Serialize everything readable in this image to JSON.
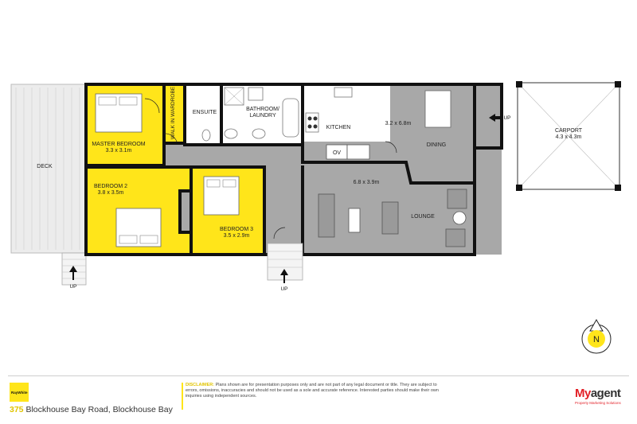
{
  "rooms": {
    "master_bedroom": {
      "name": "MASTER BEDROOM",
      "dims": "3.3 x 3.1m"
    },
    "walk_in_wardrobe": "WALK IN WARDROBE",
    "ensuite": "ENSUITE",
    "bathroom_line1": "BATHROOM/",
    "bathroom_line2": "LAUNDRY",
    "kitchen": "KITCHEN",
    "kitchen_dims": "3.2 x 6.8m",
    "dining": "DINING",
    "oven": "OV",
    "lounge": "LOUNGE",
    "lounge_dims": "6.8 x 3.9m",
    "bedroom2": {
      "name": "BEDROOM 2",
      "dims": "3.8 x 3.5m"
    },
    "bedroom3": {
      "name": "BEDROOM 3",
      "dims": "3.5 x 2.9m"
    },
    "carport": {
      "name": "CARPORT",
      "dims": "4.3 x 4.3m"
    },
    "deck": "DECK"
  },
  "stairs": {
    "up": "UP"
  },
  "compass": {
    "north": "N"
  },
  "colors": {
    "bedroom": "#ffe51a",
    "interior": "#a8a8a8",
    "wall": "#111111",
    "deck": "#ececec"
  },
  "footer": {
    "brand": "RayWhite",
    "address_number": "375",
    "address_rest": " Blockhouse Bay Road, Blockhouse Bay",
    "disclaimer_heading": "DISCLAIMER:",
    "disclaimer_text": "Plans shown are for presentation purposes only and are not part of any legal document or title. They are subject to errors, omissions, inaccuracies and should not be used as a sole and accurate reference. Interested parties should make their own inquiries using independent sources.",
    "agent_my": "My",
    "agent_rest": "agent",
    "agent_tagline": "Property Marketing Solutions"
  }
}
